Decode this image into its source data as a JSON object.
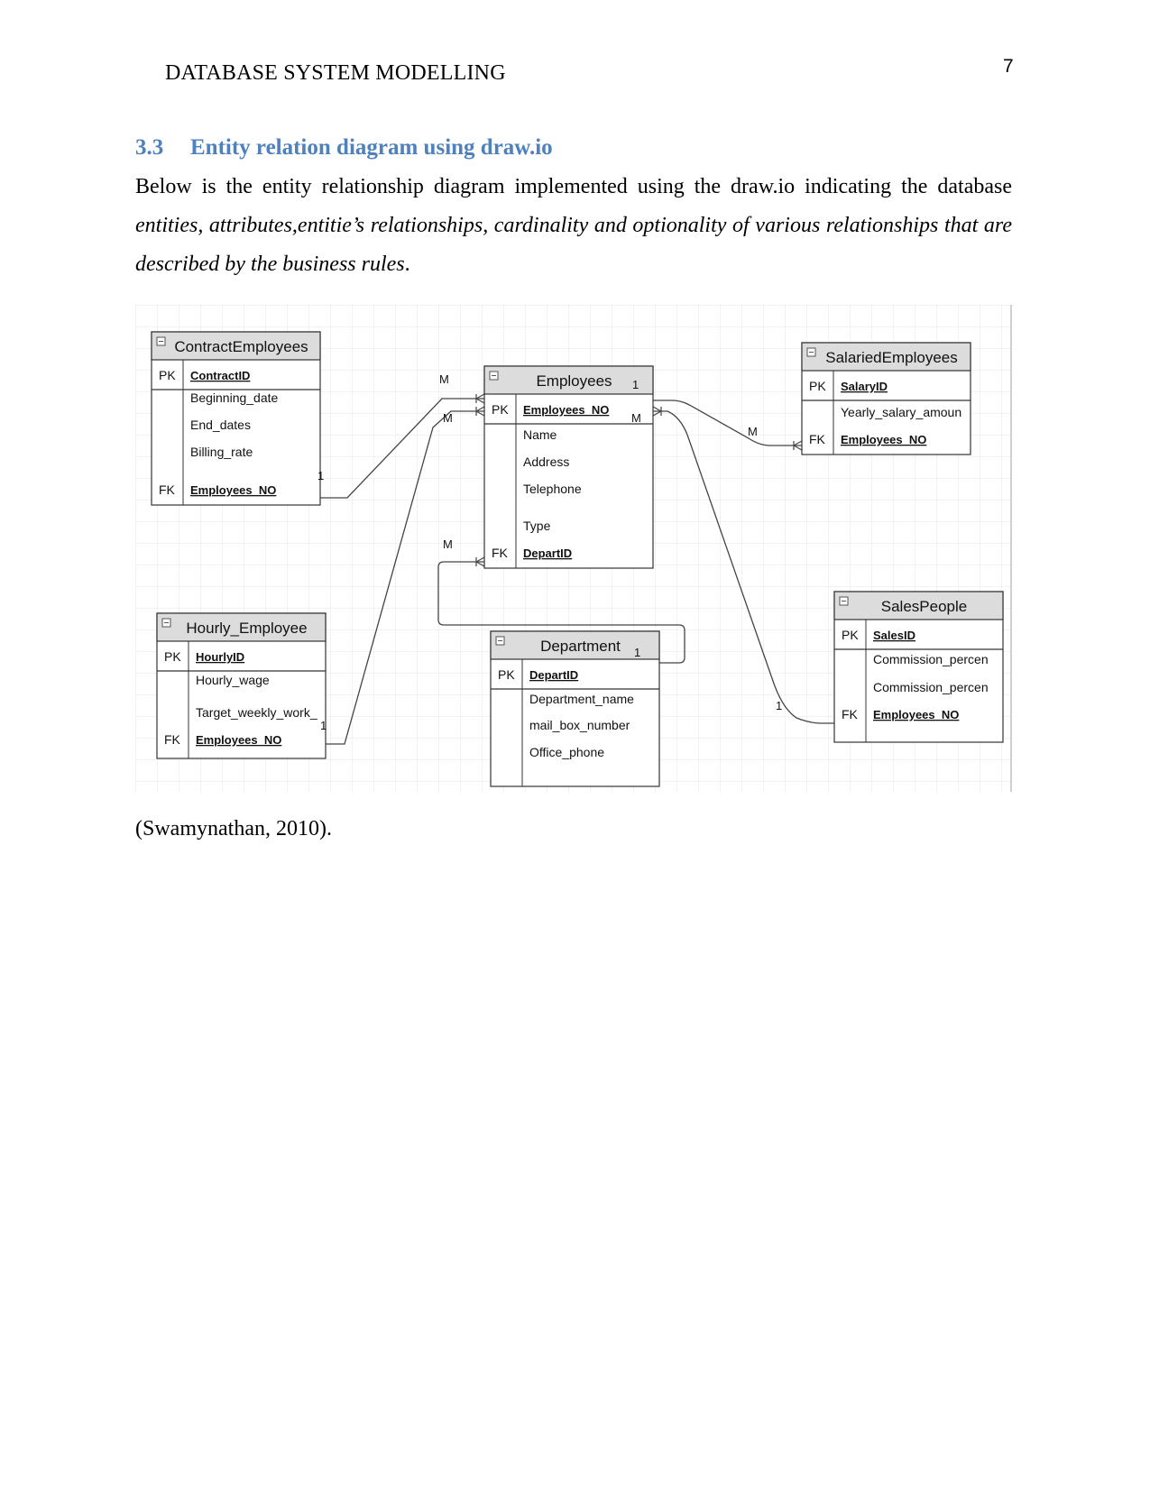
{
  "header": {
    "running_head": "DATABASE SYSTEM MODELLING",
    "page_number": "7"
  },
  "section": {
    "number": "3.3",
    "title": "Entity relation diagram using draw.io"
  },
  "paragraph": {
    "lead": "Below is the entity relationship diagram implemented using the draw.io indicating the database ",
    "italic": "entities, attributes,entitie’s relationships, cardinality and optionality of various relationships that are described by the business rules",
    "end": "."
  },
  "diagram": {
    "entities": [
      {
        "id": "contract",
        "name": "ContractEmployees",
        "pk": {
          "tag": "PK",
          "name": "ContractID"
        },
        "attributes": [
          "Beginning_date",
          "End_dates",
          "Billing_rate"
        ],
        "fk": {
          "tag": "FK",
          "name": "Employees_NO"
        }
      },
      {
        "id": "employees",
        "name": "Employees",
        "pk": {
          "tag": "PK",
          "name": "Employees_NO"
        },
        "attributes": [
          "Name",
          "Address",
          "Telephone",
          "Type"
        ],
        "fk": {
          "tag": "FK",
          "name": "DepartID"
        }
      },
      {
        "id": "salaried",
        "name": "SalariedEmployees",
        "pk": {
          "tag": "PK",
          "name": "SalaryID"
        },
        "attributes": [
          "Yearly_salary_amoun"
        ],
        "fk": {
          "tag": "FK",
          "name": "Employees_NO"
        }
      },
      {
        "id": "hourly",
        "name": "Hourly_Employee",
        "pk": {
          "tag": "PK",
          "name": "HourlyID"
        },
        "attributes": [
          "Hourly_wage",
          "Target_weekly_work_"
        ],
        "fk": {
          "tag": "FK",
          "name": "Employees_NO"
        }
      },
      {
        "id": "department",
        "name": "Department",
        "pk": {
          "tag": "PK",
          "name": "DepartID"
        },
        "attributes": [
          "Department_name",
          "mail_box_number",
          "Office_phone"
        ],
        "fk": null
      },
      {
        "id": "sales",
        "name": "SalesPeople",
        "pk": {
          "tag": "PK",
          "name": "SalesID"
        },
        "attributes": [
          "Commission_percen",
          "Commission_percen"
        ],
        "fk": {
          "tag": "FK",
          "name": "Employees_NO"
        }
      }
    ],
    "relationships": [
      {
        "from": "contract",
        "to": "employees",
        "from_card": "1",
        "to_card": "M"
      },
      {
        "from": "hourly",
        "to": "employees",
        "from_card": "1",
        "to_card": "M"
      },
      {
        "from": "department",
        "to": "employees",
        "from_card": "1",
        "to_card": "M"
      },
      {
        "from": "employees",
        "to": "salaried",
        "from_card": "1",
        "to_card": "M"
      },
      {
        "from": "sales",
        "to": "employees",
        "from_card": "1",
        "to_card": "M"
      }
    ]
  },
  "citation": "(Swamynathan, 2010)."
}
